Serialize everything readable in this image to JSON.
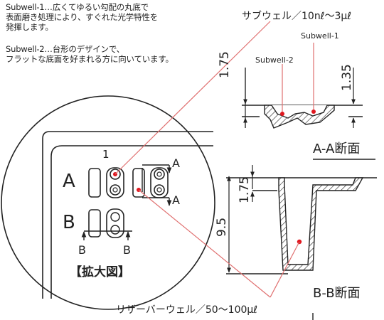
{
  "descriptions": {
    "subwell1_line1": "Subwell-1…広くてゆるい勾配の丸底で",
    "subwell1_line2": "表面磨き処理により、すぐれた光学特性を",
    "subwell1_line3": "発揮します。",
    "subwell2_line1": "Subwell-2…台形のデザインで、",
    "subwell2_line2": "フラットな底面を好まれる方に向いています。"
  },
  "callouts": {
    "subwell_volume": "サブウェル／10nℓ～3μℓ",
    "reservoir_volume": "リザーバーウェル／50～100μℓ"
  },
  "labels": {
    "subwell1": "Subwell-1",
    "subwell2": "Subwell-2",
    "section_aa": "A-A断面",
    "section_bb": "B-B断面",
    "enlarged": "【拡大図】",
    "row_a": "A",
    "row_b": "B",
    "col_1": "1",
    "cut_a_top": "A",
    "cut_a_bottom": "A",
    "cut_b_left": "B",
    "cut_b_right": "B"
  },
  "dimensions": {
    "aa_left": "1.75",
    "aa_right": "1.35",
    "bb_top": "1.75",
    "bb_total": "9.5"
  },
  "colors": {
    "line": "#222222",
    "marker": "#e0161e",
    "leader": "#e07070"
  }
}
